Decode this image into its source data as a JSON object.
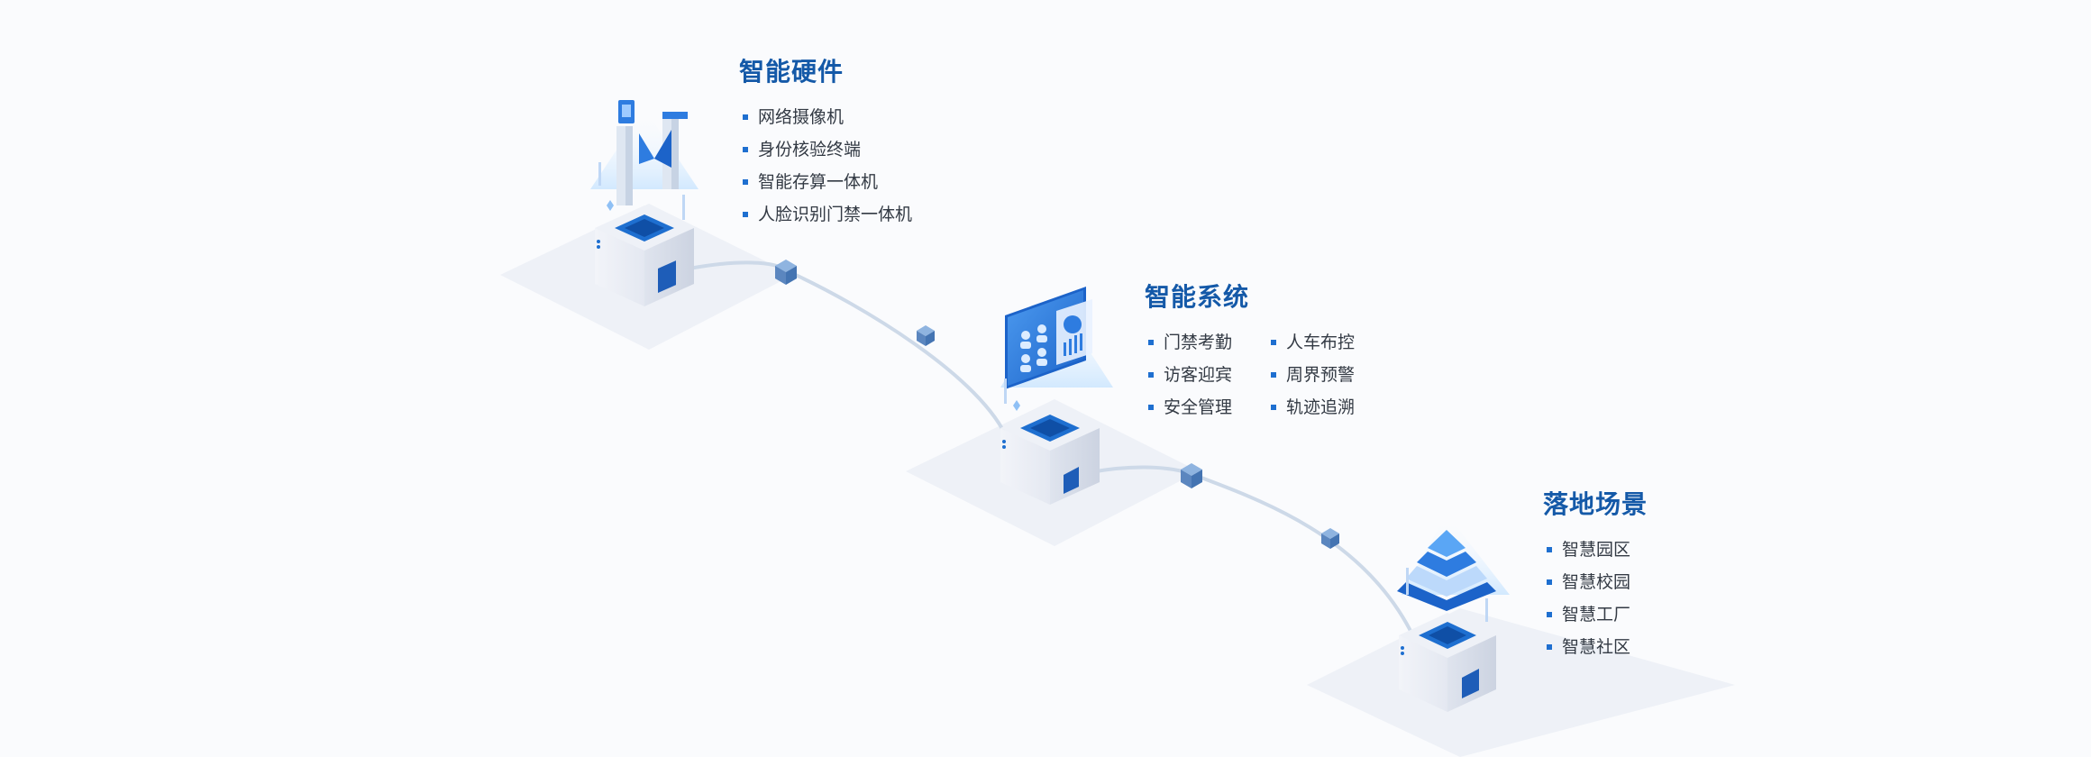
{
  "colors": {
    "accent": "#1e6fd0",
    "title": "#1459a8",
    "text": "#333a44",
    "path": "#c9d7e8"
  },
  "stages": [
    {
      "title": "智能硬件",
      "items": [
        "网络摄像机",
        "身份核验终端",
        "智能存算一体机",
        "人脸识别门禁一体机"
      ]
    },
    {
      "title": "智能系统",
      "columns": [
        [
          "门禁考勤",
          "访客迎宾",
          "安全管理"
        ],
        [
          "人车布控",
          "周界预警",
          "轨迹追溯"
        ]
      ]
    },
    {
      "title": "落地场景",
      "items": [
        "智慧园区",
        "智慧校园",
        "智慧工厂",
        "智慧社区"
      ]
    }
  ],
  "icons": {
    "stage1": "hardware-devices-icon",
    "stage2": "system-dashboard-icon",
    "stage3": "scene-pyramid-icon",
    "connector": "cube-node-icon"
  }
}
